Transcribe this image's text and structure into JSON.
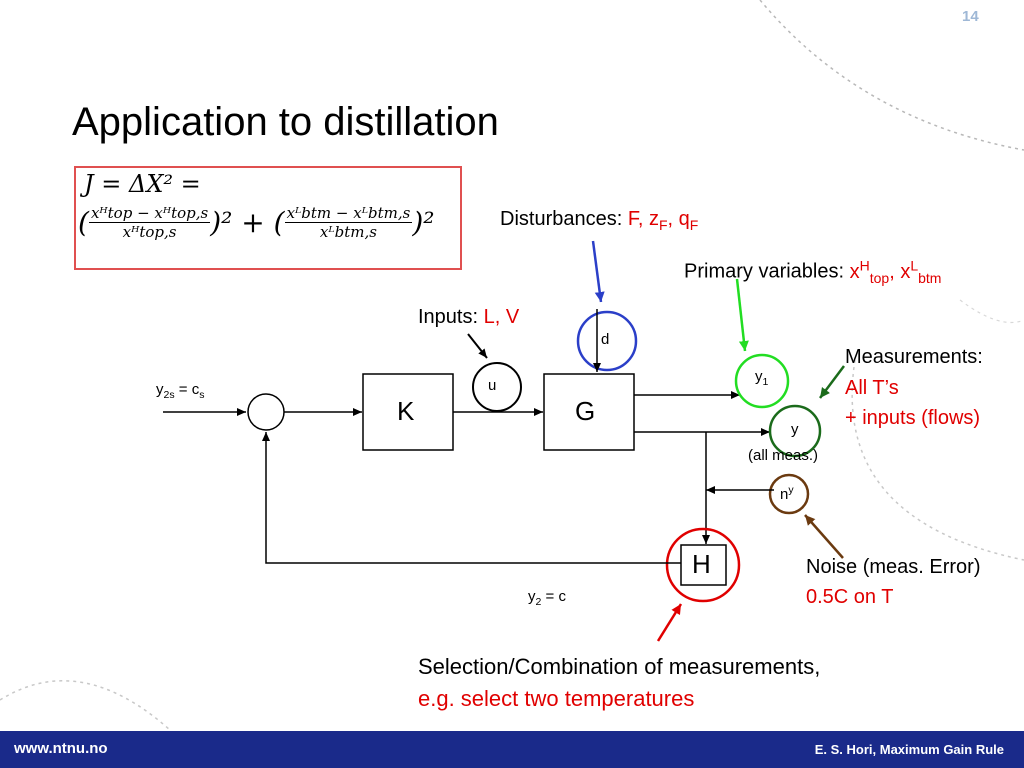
{
  "page_number": "14",
  "title": "Application to distillation",
  "formula": {
    "line1": "J = ΔX² =",
    "frac1_num": "xᴴtop − xᴴtop,s",
    "frac1_den": "xᴴtop,s",
    "frac2_num": "xᴸbtm − xᴸbtm,s",
    "frac2_den": "xᴸbtm,s",
    "open_paren": "(",
    "close_sq": ")² + (",
    "close_sq2": ")²"
  },
  "labels": {
    "disturbances_prefix": "Disturbances:",
    "disturbances_vars": "F, z",
    "disturbances_sub_f": "F",
    "disturbances_sep": ", q",
    "disturbances_sub_q": "F",
    "primary_prefix": "Primary variables:",
    "primary_x": "x",
    "primary_sup_h": "H",
    "primary_sub_top": "top",
    "primary_sep": ", x",
    "primary_sup_l": "L",
    "primary_sub_btm": "btm",
    "inputs_prefix": "Inputs:",
    "inputs_vars": "L, V",
    "measurements_title": "Measurements:",
    "measurements_line1": "All T’s",
    "measurements_line2": "+ inputs (flows)",
    "noise_title": "Noise (meas. Error)",
    "noise_value": "0.5C on T",
    "selection_line1": "Selection/Combination of measurements,",
    "selection_line2": "e.g. select two temperatures"
  },
  "diagram": {
    "setpoint": "y",
    "setpoint_sub": "2s",
    "setpoint_eq": " = c",
    "setpoint_sub2": "s",
    "block_k": "K",
    "block_g": "G",
    "block_h": "H",
    "node_u": "u",
    "node_d": "d",
    "node_y1": "y",
    "node_y1_sub": "1",
    "node_y": "y",
    "node_y_note": "(all meas.)",
    "node_n": "n",
    "node_n_sup": "y",
    "feedback": "y",
    "feedback_sub": "2",
    "feedback_eq": " = c"
  },
  "footer": {
    "left": "www.ntnu.no",
    "right": "E. S. Hori, Maximum Gain Rule"
  },
  "colors": {
    "footer_bg": "#1a2a8a",
    "accent_red": "#e00000",
    "circle_blue": "#2b3fc8",
    "circle_green": "#22dd22",
    "circle_darkgreen": "#1b6b1b",
    "circle_brown": "#6b3a10"
  }
}
